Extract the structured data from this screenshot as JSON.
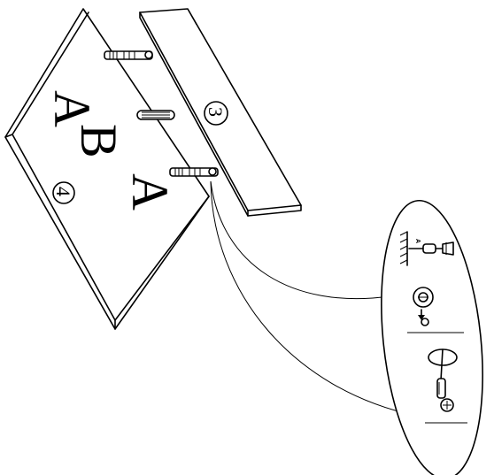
{
  "panel_4": {
    "letters": [
      "A",
      "B",
      "A"
    ],
    "number": "4"
  },
  "panel_3": {
    "number": "3"
  },
  "detail_bubble": {
    "label": "A"
  }
}
